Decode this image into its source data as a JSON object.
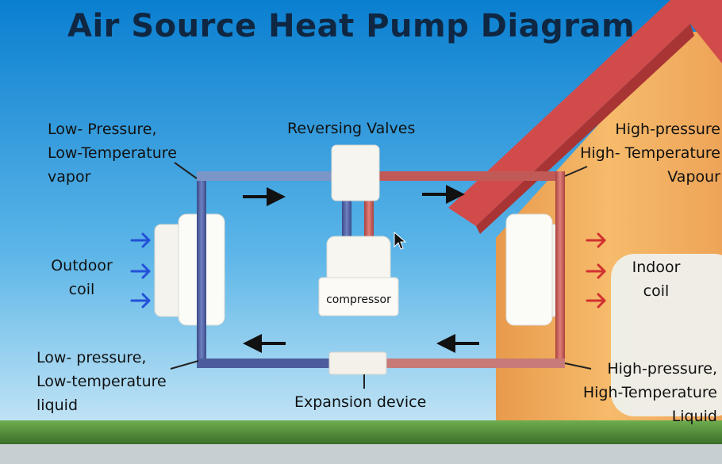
{
  "title": "Air Source Heat Pump Diagram",
  "labels": {
    "low_pressure_vapor": [
      "Low- Pressure,",
      "Low-Temperature",
      "vapor"
    ],
    "reversing_valves": "Reversing Valves",
    "high_pressure_vapour": [
      "High-pressure",
      "High- Temperature",
      "Vapour"
    ],
    "outdoor_coil": [
      "Outdoor",
      "coil"
    ],
    "indoor_coil": [
      "Indoor",
      "coil"
    ],
    "compressor": "compressor",
    "low_pressure_liquid": [
      "Low- pressure,",
      "Low-temperature",
      "liquid"
    ],
    "expansion_device": "Expansion device",
    "high_pressure_liquid": [
      "High-pressure,",
      "High-Temperature",
      "Liquid"
    ]
  },
  "colors": {
    "sky_top": "#0a7fd0",
    "sky_bottom": "#cfe9f7",
    "title": "#0f2742",
    "house_wall": "#f3ae5e",
    "roof": "#d24b4b",
    "cold_pipe": "#4b5d9c",
    "hot_pipe": "#c15a57",
    "outdoor_arrows": "#2450d8",
    "indoor_arrows": "#d23030",
    "flow_arrows": "#111111",
    "grass": "#4f8d3a"
  },
  "icons": {
    "cursor": "mouse-pointer-icon",
    "inflow": "blue-arrow-icon",
    "outflow": "red-arrow-icon",
    "flow": "black-flow-arrow-icon"
  }
}
